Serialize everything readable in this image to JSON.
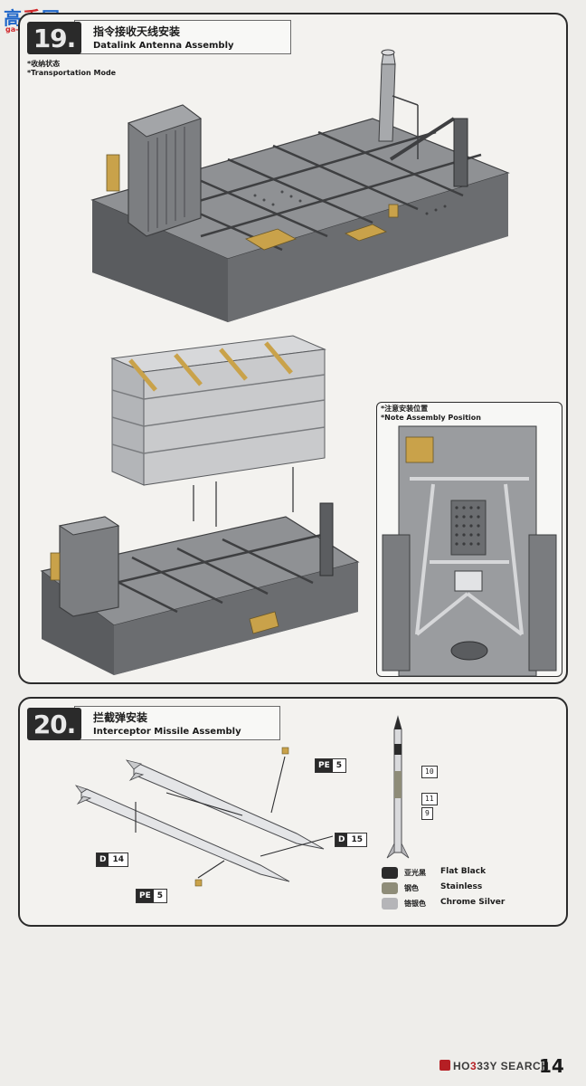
{
  "watermark": {
    "logo_a": "高",
    "logo_b": "手",
    "logo_c": "网",
    "url": "ga-shou.com"
  },
  "step19": {
    "number": "19.",
    "title_zh": "指令接收天线安装",
    "title_en": "Datalink Antenna Assembly",
    "mode_zh": "*收纳状态",
    "mode_en": "*Transportation Mode",
    "inset_zh": "*注意安装位置",
    "inset_en": "*Note Assembly Position"
  },
  "step20": {
    "number": "20.",
    "title_zh": "拦截弹安装",
    "title_en": "Interceptor Missile Assembly",
    "callouts": [
      {
        "key": "PE",
        "val": "5"
      },
      {
        "key": "D",
        "val": "15"
      },
      {
        "key": "D",
        "val": "14"
      },
      {
        "key": "PE",
        "val": "5"
      }
    ],
    "part_tags": [
      "10",
      "11",
      "9"
    ],
    "legend": [
      {
        "zh": "亚光黑",
        "en": "Flat Black",
        "color": "#2b2b2b"
      },
      {
        "zh": "钢色",
        "en": "Stainless",
        "color": "#8e8c78"
      },
      {
        "zh": "铬银色",
        "en": "Chrome Silver",
        "color": "#b5b5b8"
      }
    ]
  },
  "footer": {
    "brand_a": "HO",
    "brand_b": "33Y SEAR",
    "brand_c": "CH",
    "page": "14"
  },
  "colors": {
    "panel_border": "#2b2b2b",
    "accent_tan": "#c9a24a",
    "model_gray": "#8f9194"
  }
}
